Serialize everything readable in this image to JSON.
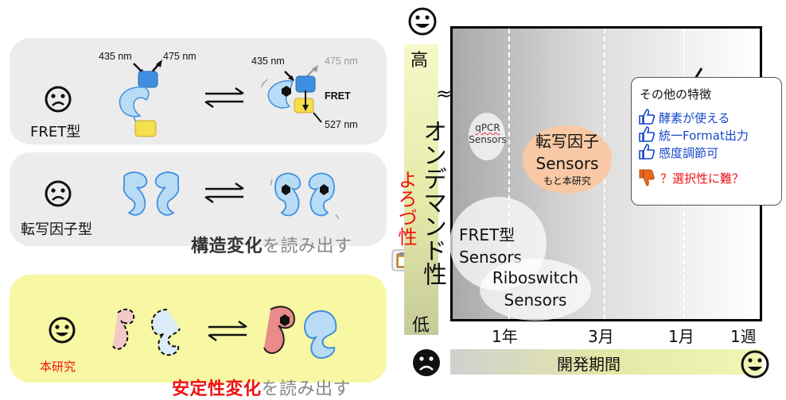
{
  "fret_panel": {
    "label": "FRET型",
    "wl_in": "435 nm",
    "wl_out": "475 nm",
    "wl_in2": "435 nm",
    "wl_out2": "475 nm",
    "fret": "FRET",
    "wl_fret": "527 nm"
  },
  "tf_panel": {
    "label": "転写因子型",
    "caption_bold": "構造変化",
    "caption_rest": "を読み出す"
  },
  "this_panel": {
    "label": "本研究",
    "caption_bold": "安定性変化",
    "caption_rest": "を読み出す"
  },
  "chart": {
    "y_high": "高",
    "y_low": "低",
    "y_label": "オンデマンド性",
    "y_label2": "よろづ性",
    "approx": "≈",
    "x_label": "開発期間",
    "x_ticks": [
      "1年",
      "3月",
      "1月",
      "1週"
    ],
    "bubbles": {
      "qpcr_line1": "qPCR",
      "qpcr_line2": "Sensors",
      "tf_line1": "転写因子",
      "tf_line2": "Sensors",
      "tf_note": "もと本研究",
      "fret_line1": "FRET型",
      "fret_line2": "Sensors",
      "ribo_line1": "Riboswitch",
      "ribo_line2": "Sensors"
    },
    "callout": {
      "title": "その他の特徴",
      "items": [
        "酵素が使える",
        "統一Format出力",
        "感度調節可"
      ],
      "con": "？選択性に難？"
    }
  },
  "colors": {
    "blue": "#3f8fe0",
    "light_blue": "#b9dcf6",
    "yellow": "#f5df4d",
    "pink": "#ea8a8a",
    "red": "#ee1111",
    "orange_bubble": "#f8c9a4",
    "accent_blue": "#1547c9",
    "thumb_down": "#e8681e"
  }
}
